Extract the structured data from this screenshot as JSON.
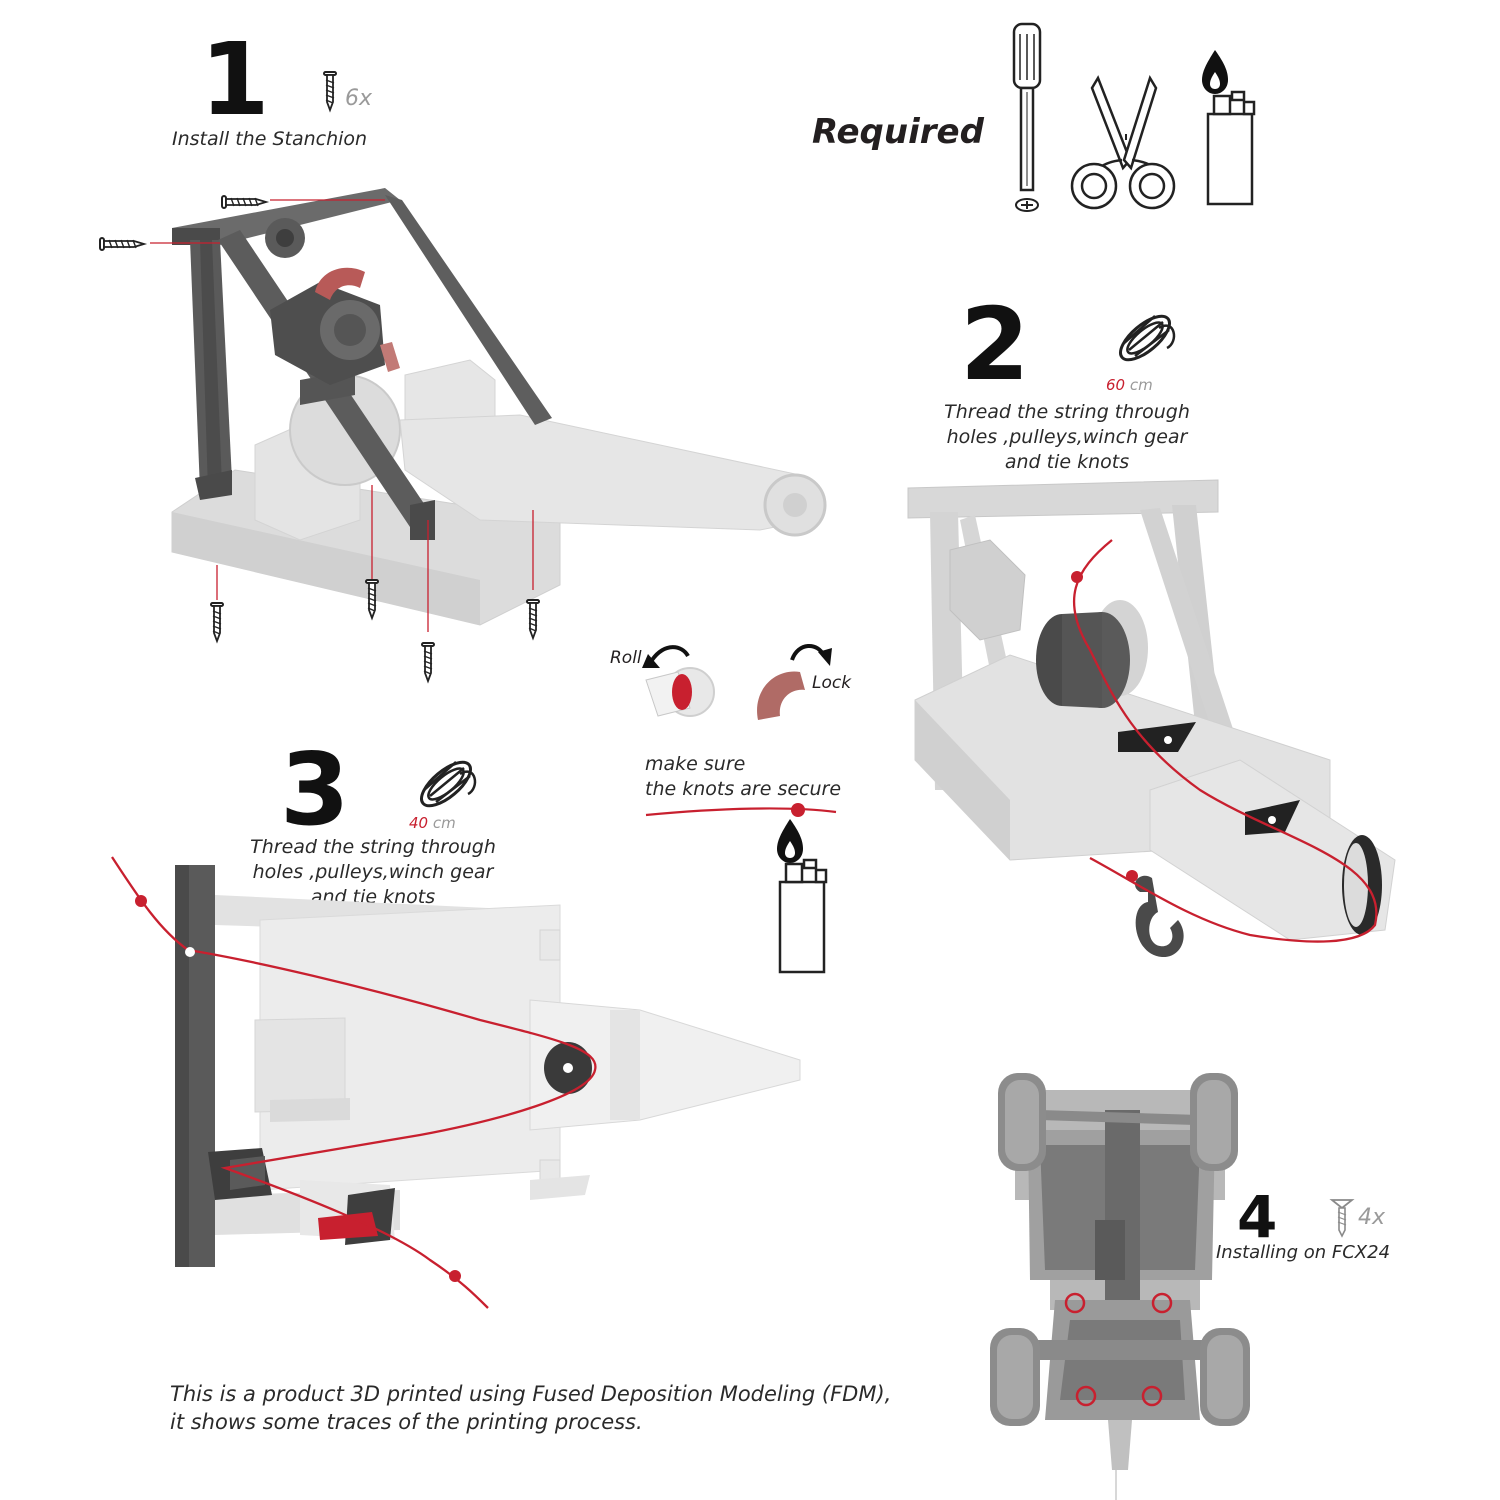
{
  "steps": {
    "s1": {
      "number": "1",
      "quantity": "6x",
      "caption": "Install the Stanchion"
    },
    "s2": {
      "number": "2",
      "length_value": "60",
      "length_unit": "cm",
      "caption_lines": [
        "Thread the string through",
        "holes ,pulleys,winch gear",
        "and tie knots"
      ]
    },
    "s3": {
      "number": "3",
      "length_value": "40",
      "length_unit": "cm",
      "caption_lines": [
        "Thread the string through",
        "holes ,pulleys,winch gear",
        "and tie knots"
      ]
    },
    "s4": {
      "number": "4",
      "quantity": "4x",
      "caption": "Installing on FCX24"
    }
  },
  "required": {
    "label": "Required",
    "tools": [
      "screwdriver-icon",
      "scissors-icon",
      "lighter-icon"
    ]
  },
  "winch_controls": {
    "roll_label": "Roll",
    "lock_label": "Lock"
  },
  "knot_note": {
    "lines": [
      "make sure",
      "the knots are secure"
    ]
  },
  "footer": {
    "lines": [
      "This is a product 3D printed using Fused Deposition Modeling (FDM),",
      "it shows some traces of the printing process."
    ]
  },
  "colors": {
    "string_red": "#c8202f",
    "part_dark": "#5a5a5a",
    "part_light": "#d9d9d9",
    "lock_part": "#b06b66"
  }
}
